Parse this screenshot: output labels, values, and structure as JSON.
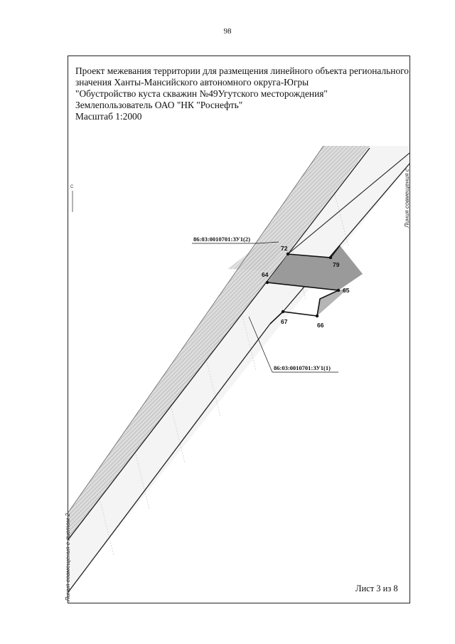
{
  "page_number": "98",
  "header": {
    "line1": "Проект межевания территории для размещения линейного объекта регионального",
    "line2": "значения Ханты-Мансийского автономного округа-Югры",
    "line3": "\"Обустройство куста скважин №49Угутского месторождения\"",
    "line4": "Землепользователь ОАО \"НК \"Роснефть\"",
    "line5": "Масштаб 1:2000"
  },
  "map": {
    "parcel_labels": {
      "zu2": "86:03:0010701:ЗУ1(2)",
      "zu1": "86:03:0010701:ЗУ1(1)"
    },
    "points": [
      "72",
      "79",
      "64",
      "65",
      "67",
      "66"
    ],
    "match_line_left": "Линия совмещения с листом 2",
    "match_line_right": "Линия совмещения с",
    "north_mark": "С",
    "colors": {
      "hatch": "#b9b9b9",
      "parcel_fill": "#9a9a9a",
      "parcel_fill_light": "#bdbdbd",
      "line": "#222222"
    }
  },
  "sheet_label": "Лист 3 из 8"
}
